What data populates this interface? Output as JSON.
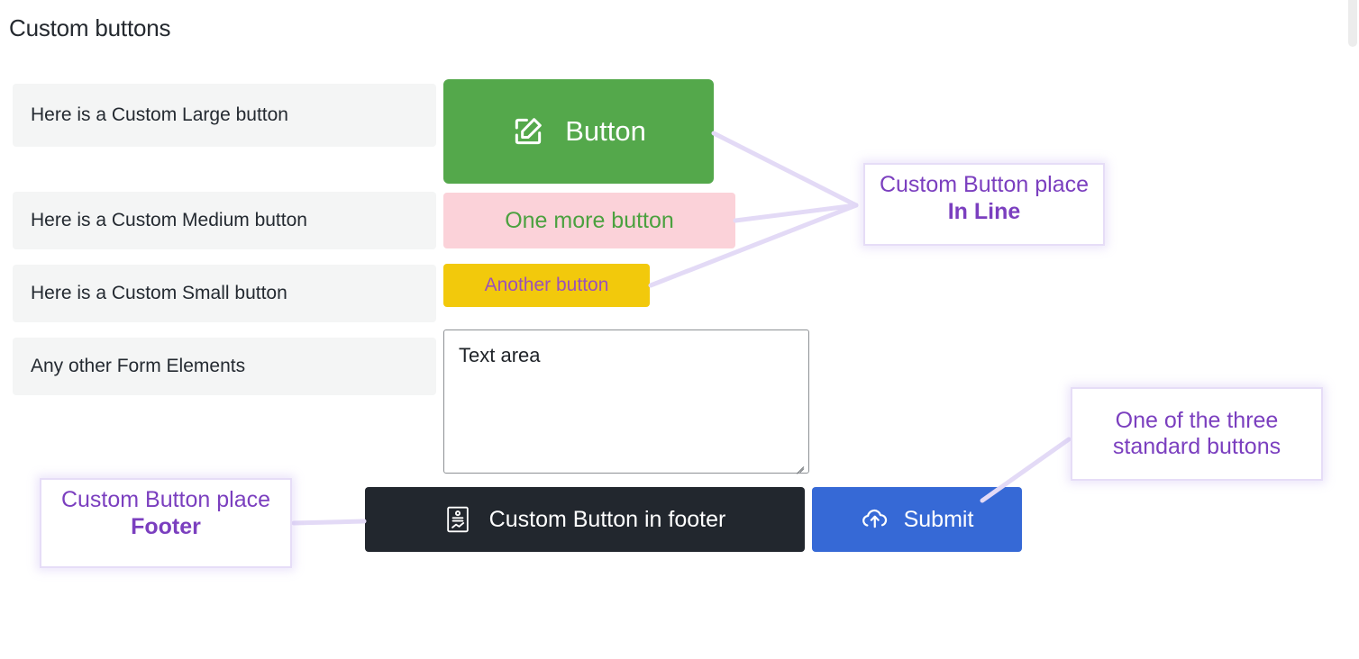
{
  "page": {
    "title": "Custom buttons"
  },
  "form_rows": [
    {
      "label": "Here is a Custom Large button",
      "control": "btn-large"
    },
    {
      "label": "Here is a Custom Medium button",
      "control": "btn-medium"
    },
    {
      "label": "Here is a Custom Small button",
      "control": "btn-small"
    },
    {
      "label": "Any other Form Elements",
      "control": "textarea"
    }
  ],
  "buttons": {
    "large": {
      "label": "Button",
      "icon": "edit-square-icon",
      "bg": "#54a84b",
      "fg": "#ffffff"
    },
    "medium": {
      "label": "One more button",
      "bg": "#fbd2d9",
      "fg": "#4ba13f"
    },
    "small": {
      "label": "Another button",
      "bg": "#f2c90c",
      "fg": "#9b52b7"
    },
    "footer": {
      "label": "Custom Button in footer",
      "icon": "report-document-icon",
      "bg": "#22272e",
      "fg": "#ffffff"
    },
    "submit": {
      "label": "Submit",
      "icon": "cloud-upload-icon",
      "bg": "#3669d6",
      "fg": "#ffffff"
    }
  },
  "textarea": {
    "value": "Text area",
    "placeholder": "Text area"
  },
  "callouts": {
    "inline": {
      "line1": "Custom Button place",
      "line2": "In Line"
    },
    "standard": {
      "line1": "One of the three",
      "line2": "standard buttons"
    },
    "footer": {
      "line1": "Custom Button place",
      "line2": "Footer"
    },
    "accent": "#7b3fbf",
    "border": "#e6ddf7"
  },
  "scrollbar": {
    "orientation": "vertical",
    "thumb_color": "#ececec"
  }
}
